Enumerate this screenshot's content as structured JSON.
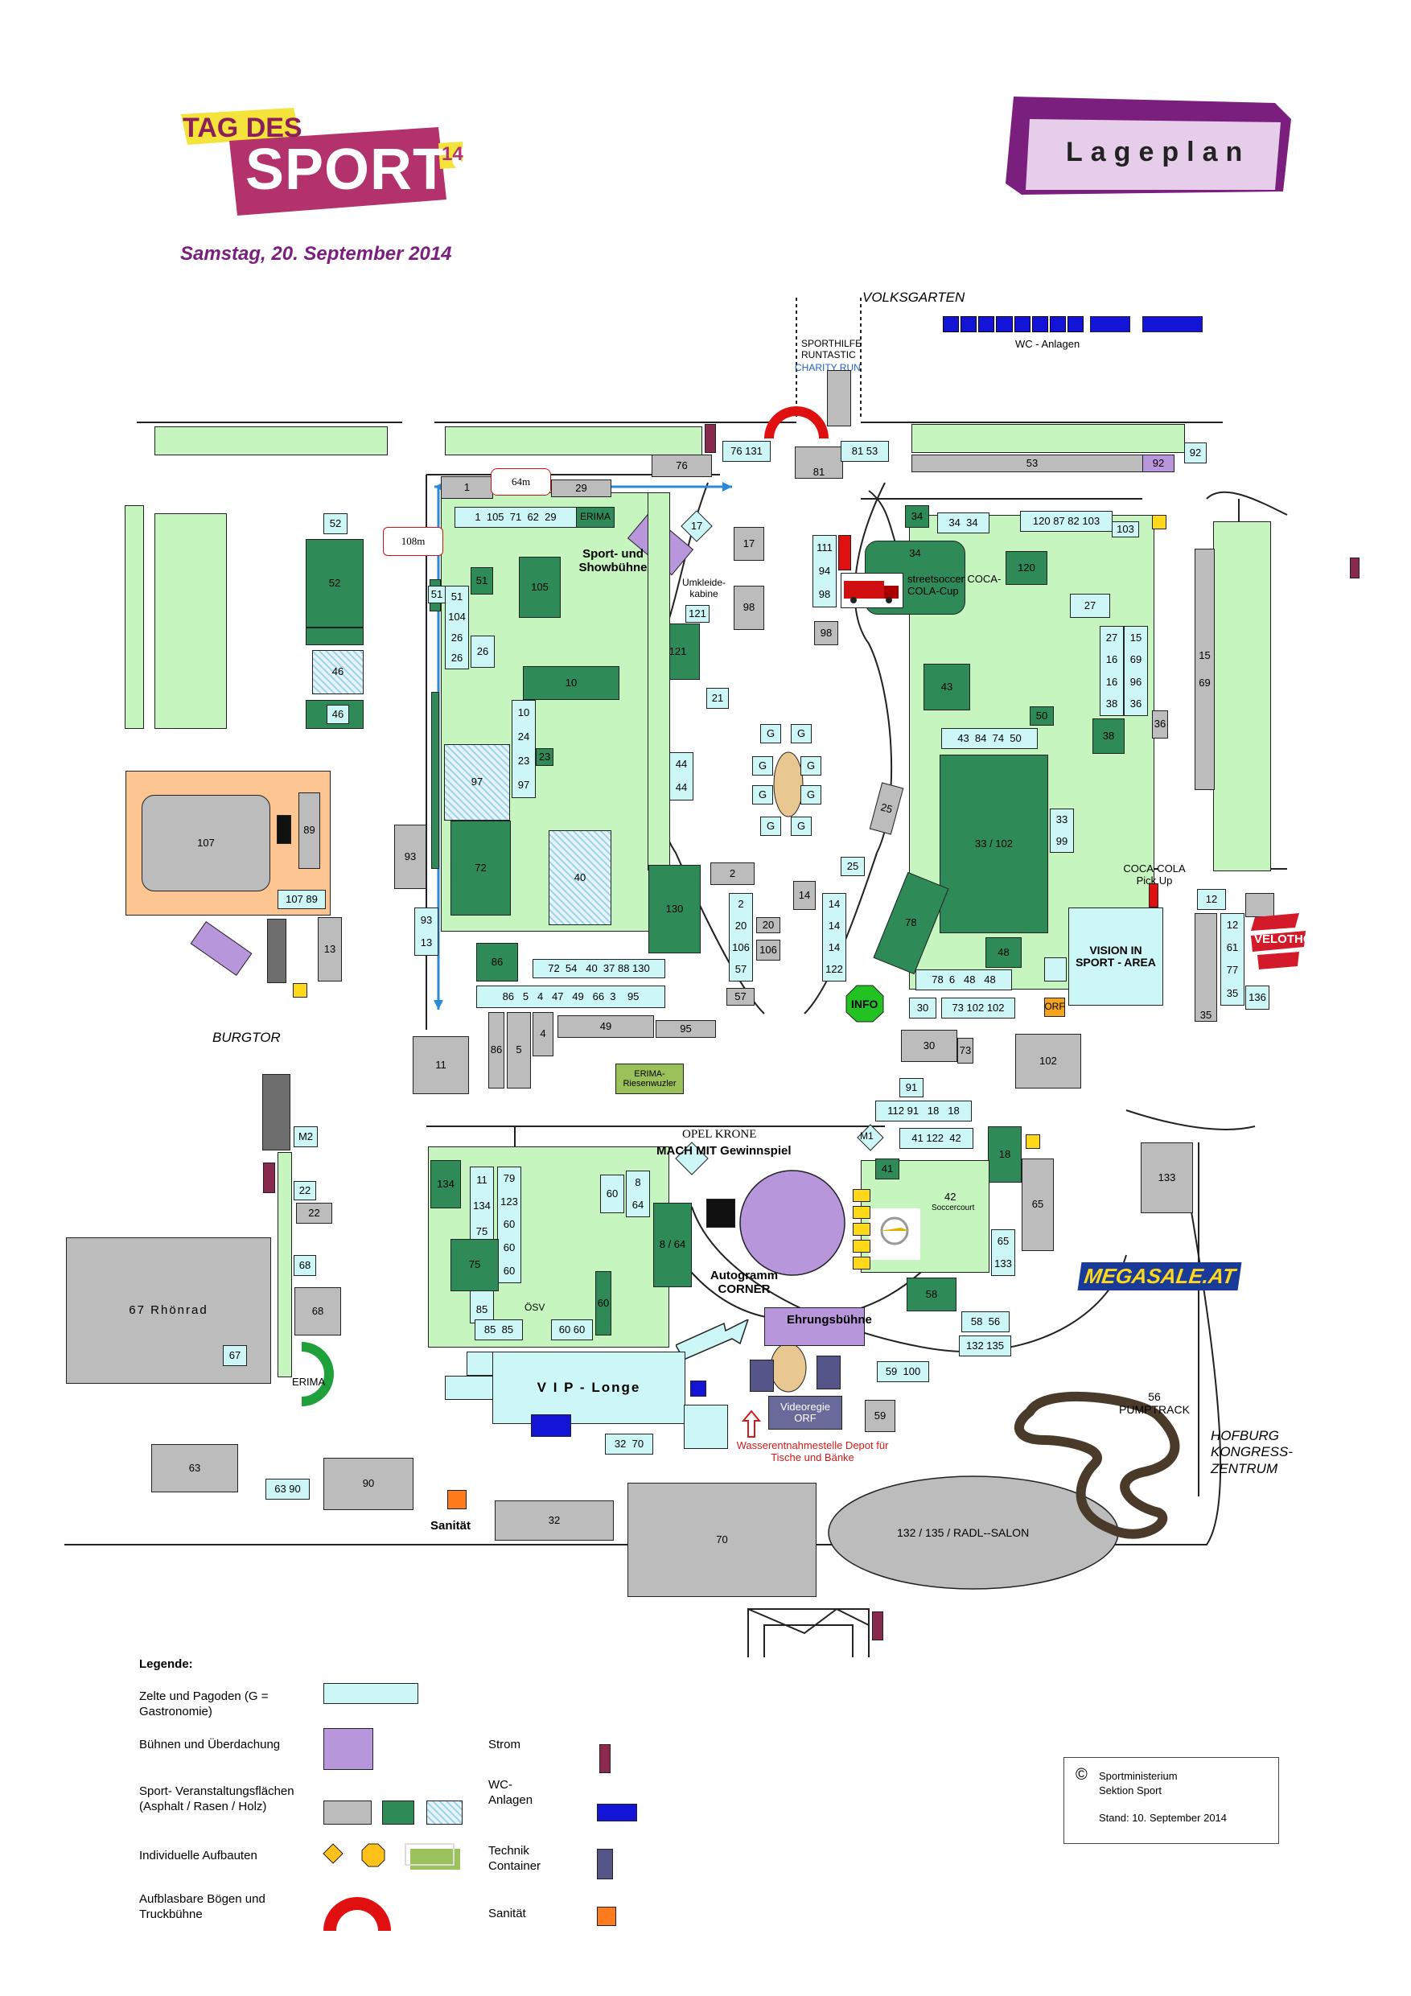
{
  "header": {
    "logo_top": "TAG DES",
    "logo_main": "SPORTS",
    "logo_year": "14",
    "date": "Samstag, 20. September 2014",
    "badge": "Lageplan"
  },
  "areas": {
    "volksgarten": "VOLKSGARTEN",
    "wc_anlagen": "WC - Anlagen",
    "sporthilfe": "SPORTHILFE RUNTASTIC",
    "charity": "CHARITY RUN",
    "burgtor": "BURGTOR",
    "hofburg": "HOFBURG KONGRESS- ZENTRUM",
    "sport_show": "Sport- und Showbühne",
    "umkleide": "Umkleide- kabine",
    "streetsoccer": "streetsoccer COCA-COLA-Cup",
    "vision": "VISION IN SPORT - AREA",
    "cocacola": "COCA-COLA Pick Up",
    "info": "INFO",
    "erima": "ERIMA",
    "erima_wuzler": "ERIMA- Riesenwuzler",
    "opel": "OPEL KRONE",
    "mach_mit": "MACH MIT Gewinnspiel",
    "autogramm": "Autogramm CORNER",
    "ehrung": "Ehrungsbühne",
    "vip": "V I P  -  Longe",
    "videoregie": "Videoregie ORF",
    "wasser": "Wasserentnahmestelle Depot für Tische und Bänke",
    "sanitaet": "Sanität",
    "rhoenrad": "67 Rhönrad",
    "radlsalon": "132 / 135 /  RADL--SALON",
    "pumptrack": "56 PUMPTRACK",
    "megasale": "MEGASALE.AT",
    "velothon": "VELOTHON",
    "soccercourt": "Soccercourt",
    "dim_64": "64m",
    "dim_108": "108m",
    "orf": "ORF",
    "osv": "ÖSV",
    "erima2": "ERIMA"
  },
  "legend": {
    "title": "Legende:",
    "tents": "Zelte und Pagoden (G = Gastronomie)",
    "stages": "Bühnen und Überdachung",
    "sport": "Sport- Veranstaltungsflächen (Asphalt / Rasen / Holz)",
    "individual": "Individuelle Aufbauten",
    "arches": "Aufblasbare Bögen und Truckbühne",
    "power": "Strom",
    "wc": "WC- Anlagen",
    "tech": "Technik Container",
    "sanitaet": "Sanität"
  },
  "footer": {
    "copyright": "©",
    "ministry": "Sportministerium",
    "section": "Sektion Sport",
    "stand": "Stand:  10. September 2014"
  },
  "colors": {
    "tent": "#cdf6f6",
    "grass": "#c7f5c0",
    "dgreen": "#2e8b57",
    "grey": "#bcbcbc",
    "purple": "#b896dc",
    "brand": "#7b1f7e"
  }
}
